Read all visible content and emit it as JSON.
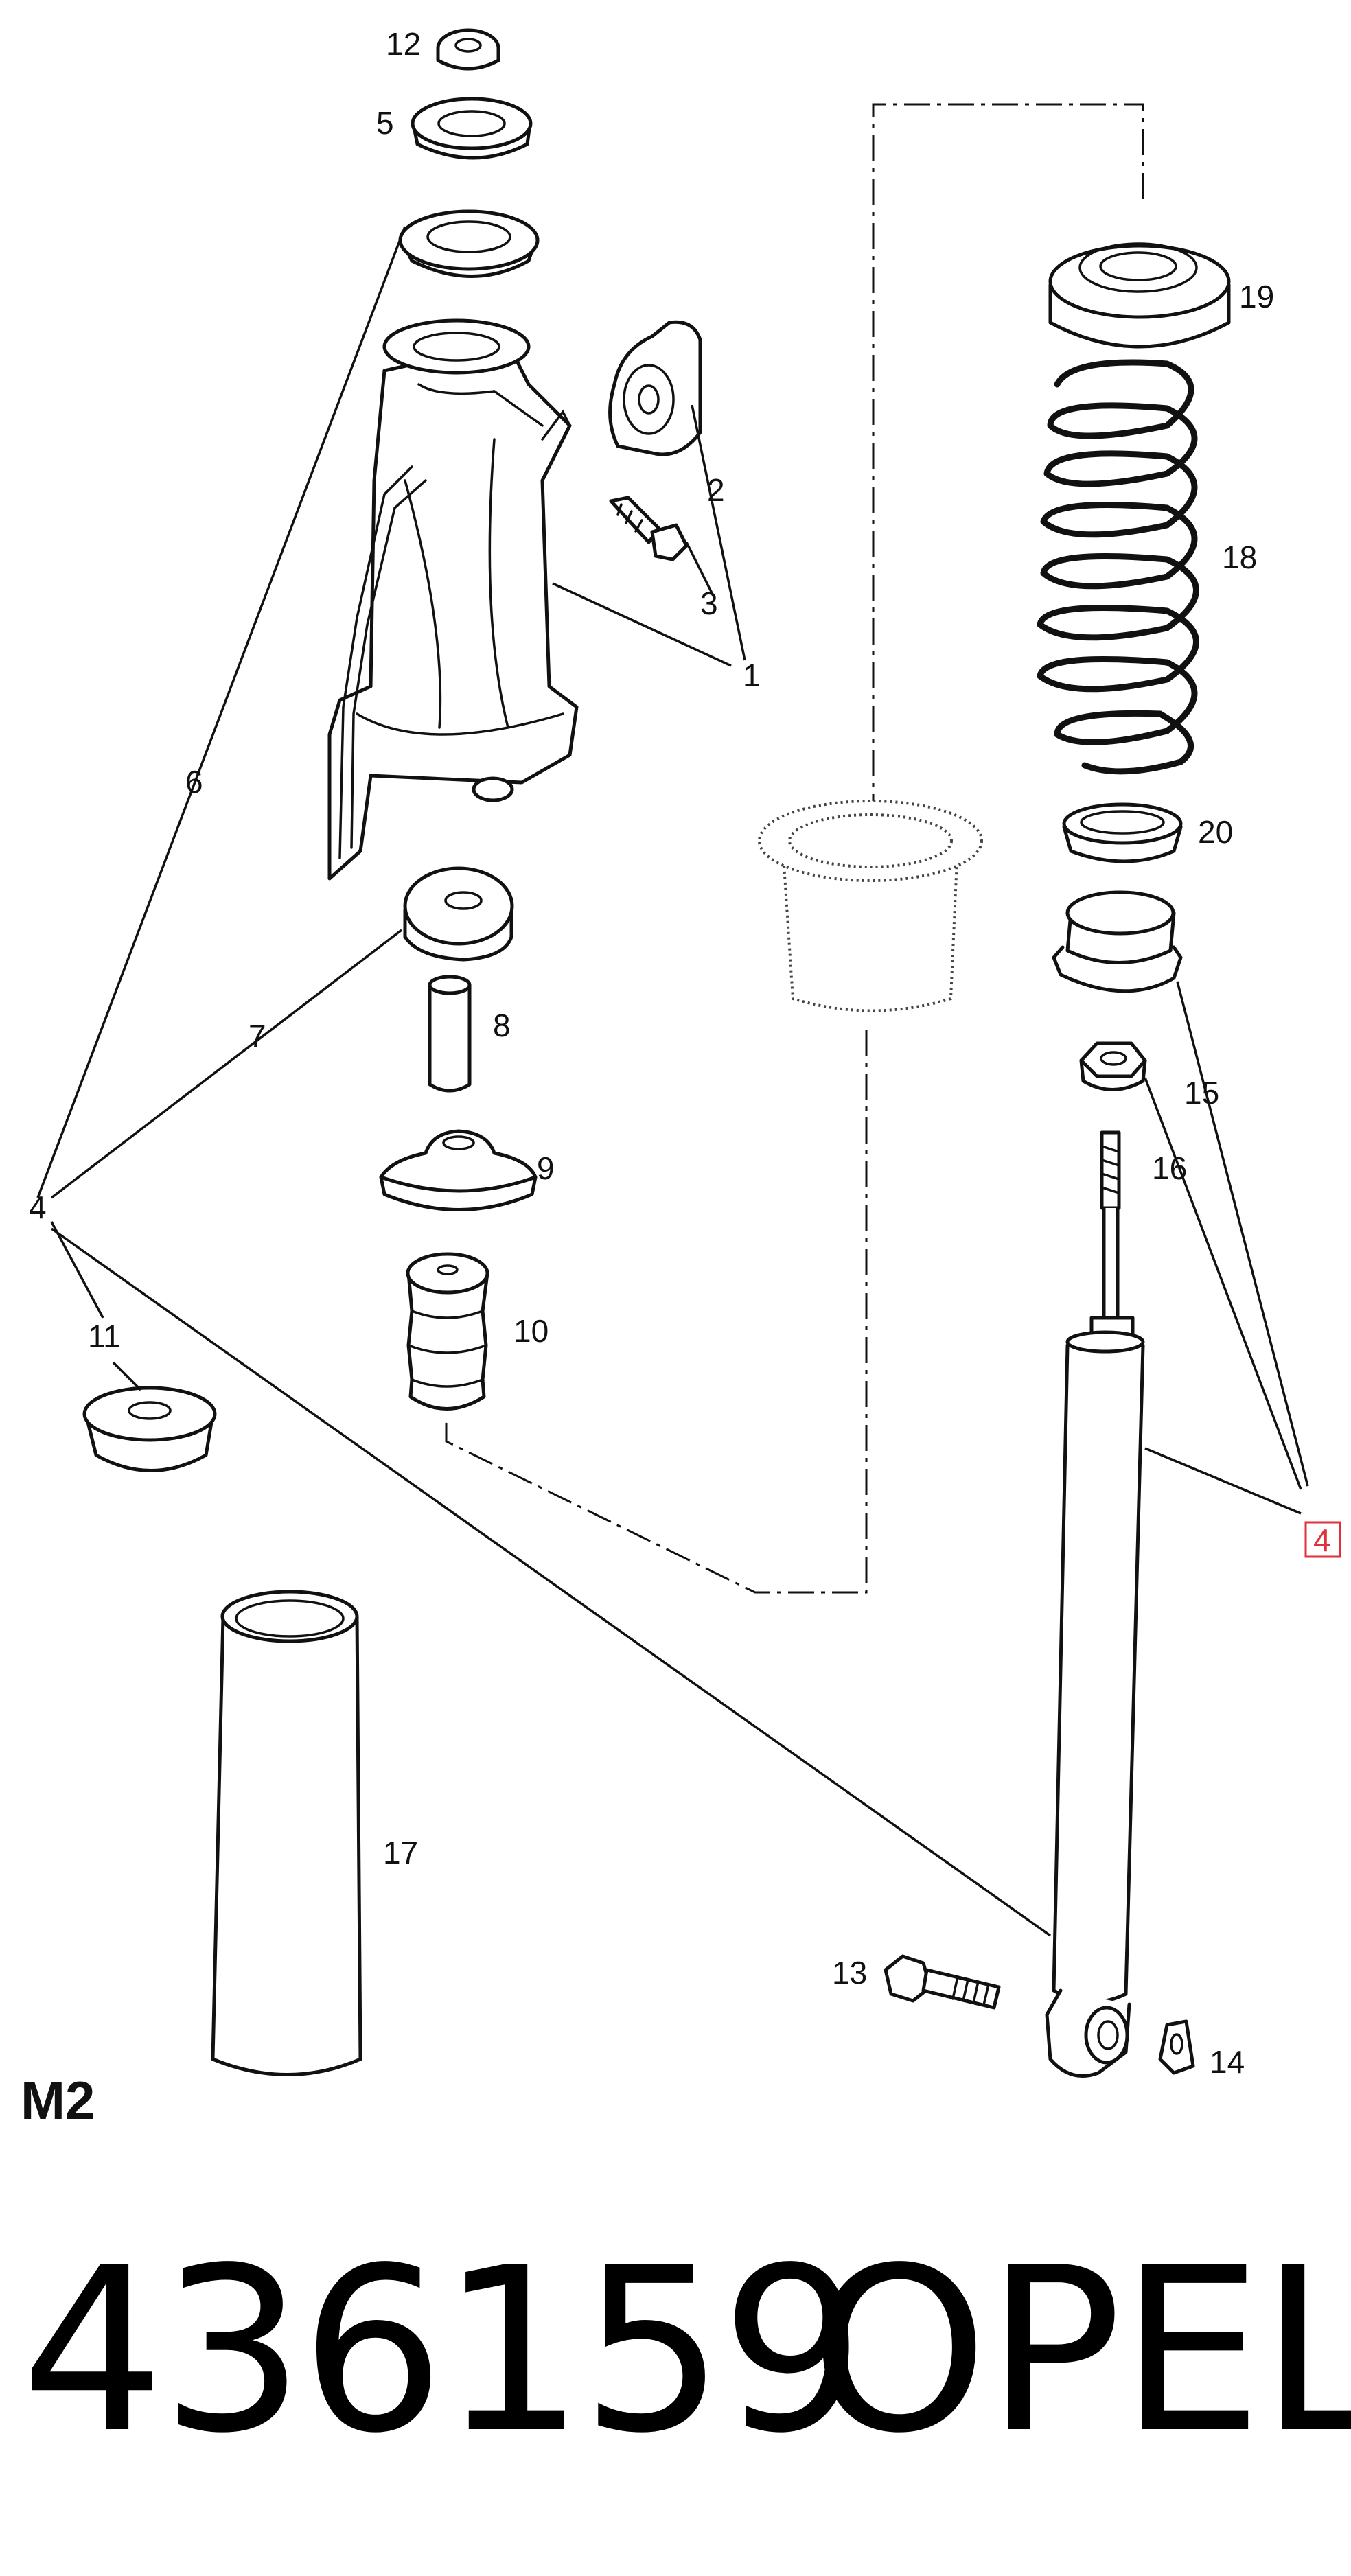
{
  "diagram": {
    "labels": {
      "p1": "1",
      "p2": "2",
      "p3": "3",
      "p4a": "4",
      "p4b": "4",
      "p5": "5",
      "p6": "6",
      "p7": "7",
      "p8": "8",
      "p9": "9",
      "p10": "10",
      "p11": "11",
      "p12": "12",
      "p13": "13",
      "p14": "14",
      "p15": "15",
      "p16": "16",
      "p17": "17",
      "p18": "18",
      "p19": "19",
      "p20": "20"
    },
    "highlight_color": "#e0303a"
  },
  "footer": {
    "section_code": "M2",
    "part_number": "436159",
    "brand": "OPEL"
  }
}
